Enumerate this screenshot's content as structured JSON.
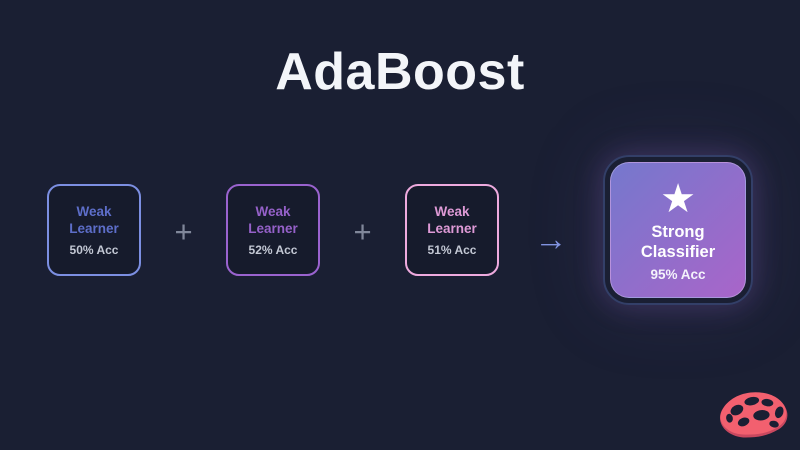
{
  "title": "AdaBoost",
  "diagram": {
    "learners": [
      {
        "title": "Weak\nLearner",
        "acc": "50% Acc",
        "accent": "#7c8fe2",
        "text_color": "#5d6ec9"
      },
      {
        "title": "Weak\nLearner",
        "acc": "52% Acc",
        "accent": "#9a63cf",
        "text_color": "#9561c9"
      },
      {
        "title": "Weak\nLearner",
        "acc": "51% Acc",
        "accent": "#eeaade",
        "text_color": "#de9ad6"
      }
    ],
    "plus_symbol": "+",
    "arrow_symbol": "→",
    "strong_classifier": {
      "title": "Strong\nClassifier",
      "acc": "95% Acc",
      "star_icon": "★",
      "gradient_start": "#7578cd",
      "gradient_end": "#a965c9"
    }
  },
  "colors": {
    "background": "#1a1f33",
    "card_fill": "#161b2c",
    "title_text": "#f3f5f9",
    "acc_text": "#c3c8d4",
    "plus": "#80879a",
    "arrow": "#8193e0",
    "strong_ring": "#333f68",
    "strong_text": "#ffffff",
    "logo_primary": "#f2606f",
    "logo_shadow": "#c9485f"
  },
  "logo": {
    "name": "brain-logo"
  }
}
